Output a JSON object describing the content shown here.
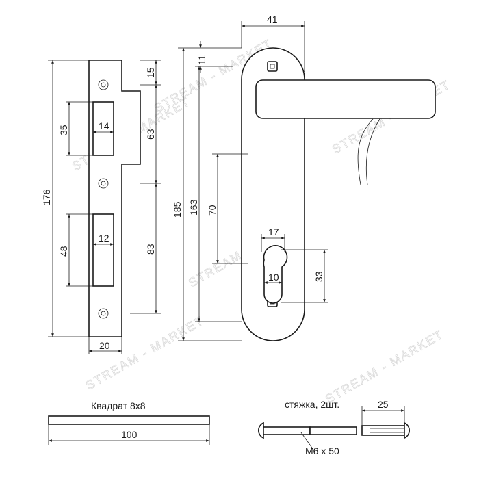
{
  "watermark": {
    "text": "STREAM - MARKET"
  },
  "strike_plate": {
    "dim_total_height": "176",
    "dim_top_offset": "15",
    "dim_upper_cutout_height": "35",
    "dim_upper_cutout_width": "14",
    "dim_upper_section": "63",
    "dim_lower_cutout_height": "48",
    "dim_lower_cutout_width": "12",
    "dim_lower_section": "83",
    "dim_width": "20"
  },
  "handle": {
    "dim_plate_width": "41",
    "dim_top_hole": "11",
    "dim_total_height": "185",
    "dim_hole_spacing": "163",
    "dim_handle_to_cylinder": "70",
    "dim_cylinder_width": "17",
    "dim_cylinder_neck": "10",
    "dim_cylinder_height": "33"
  },
  "spindle": {
    "label": "Квадрат 8х8",
    "dim_length": "100"
  },
  "screws": {
    "label": "стяжка, 2шт.",
    "dim_length": "25",
    "thread_label": "М6 x 50"
  }
}
